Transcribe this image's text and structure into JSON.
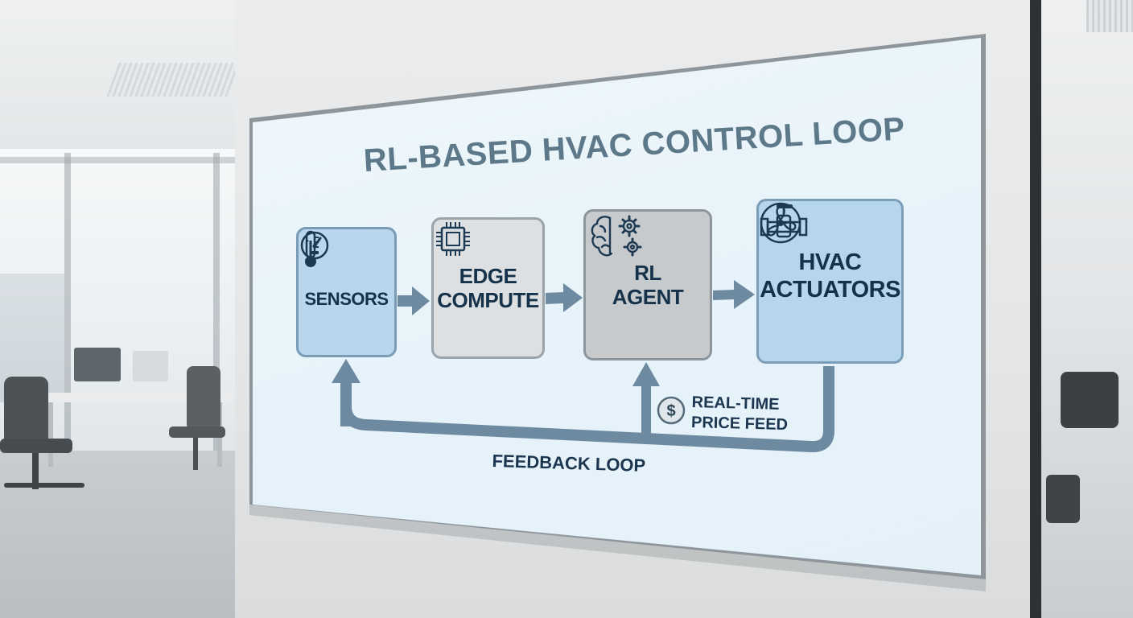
{
  "title": "RL-BASED HVAC CONTROL LOOP",
  "nodes": {
    "sensors": {
      "label": "SENSORS",
      "icons": [
        "thermometer-icon",
        "gauge-icon"
      ]
    },
    "edge": {
      "label_line1": "EDGE",
      "label_line2": "COMPUTE",
      "icons": [
        "cpu-chip-icon"
      ]
    },
    "agent": {
      "label_line1": "RL",
      "label_line2": "AGENT",
      "icons": [
        "brain-gears-icon"
      ]
    },
    "hvac": {
      "label_line1": "HVAC",
      "label_line2": "ACTUATORS",
      "icons": [
        "fan-icon",
        "valve-icon"
      ]
    }
  },
  "price_feed": {
    "line1": "REAL-TIME",
    "line2": "PRICE FEED",
    "icon": "dollar-coin-icon",
    "symbol": "$"
  },
  "feedback": {
    "label": "FEEDBACK LOOP"
  },
  "colors": {
    "title": "#5d7888",
    "arrow": "#6d8aa0",
    "sensors_fill": "#b9d6ec",
    "edge_fill": "#dde0e2",
    "agent_fill": "#c7cacd",
    "hvac_fill": "#b6d6ee",
    "text": "#15324a"
  }
}
